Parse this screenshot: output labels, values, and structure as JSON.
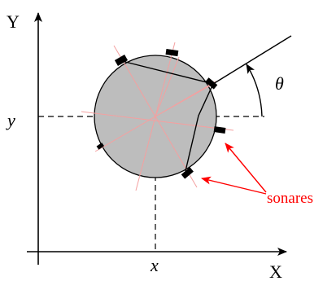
{
  "labels": {
    "y_axis": "Y",
    "x_axis": "X",
    "y_coord": "y",
    "x_coord": "x",
    "theta": "θ",
    "sonars": "sonares"
  },
  "colors": {
    "robot_fill": "#bdbdbd",
    "outline": "#000000",
    "sonar_rays": "#f4a0a0",
    "annotation": "#ff0000"
  }
}
